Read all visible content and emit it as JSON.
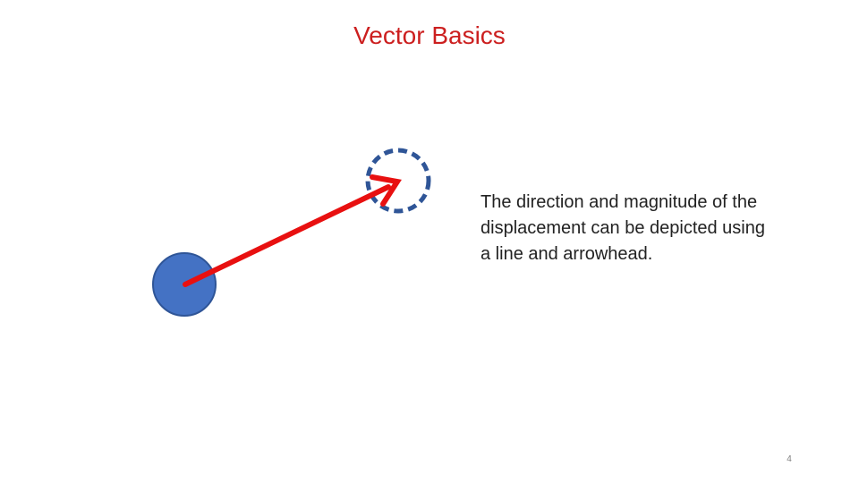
{
  "slide": {
    "title": "Vector Basics",
    "body": "The direction and magnitude of the displacement can be depicted using a line and arrowhead.",
    "page_number": "4"
  },
  "colors": {
    "title": "#cc1f1f",
    "start_object_fill": "#4472c4",
    "start_object_stroke": "#2f5597",
    "end_position_dashed": "#2f5597",
    "vector_arrow": "#e81010",
    "body_text": "#222222",
    "page_number": "#7f7f7f"
  }
}
